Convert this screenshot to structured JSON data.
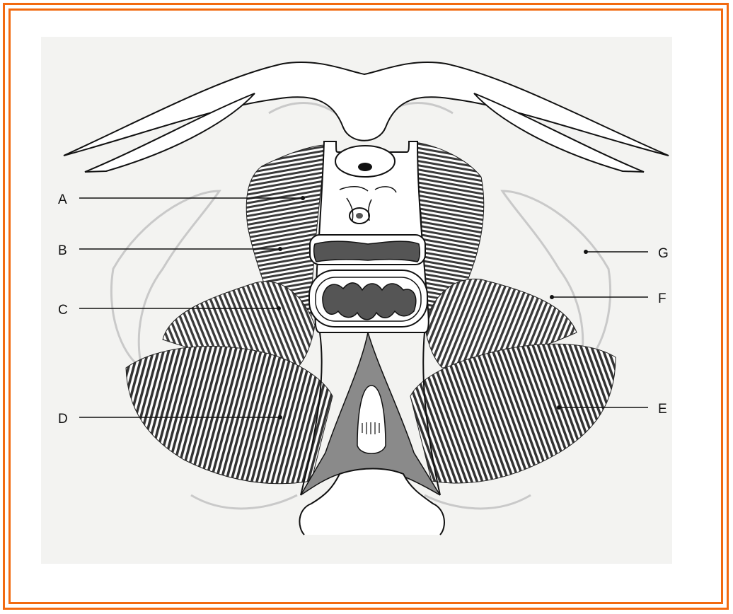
{
  "frame": {
    "accent_color": "#f26a10"
  },
  "labels": {
    "A": "A",
    "B": "B",
    "C": "C",
    "D": "D",
    "E": "E",
    "F": "F",
    "G": "G"
  }
}
